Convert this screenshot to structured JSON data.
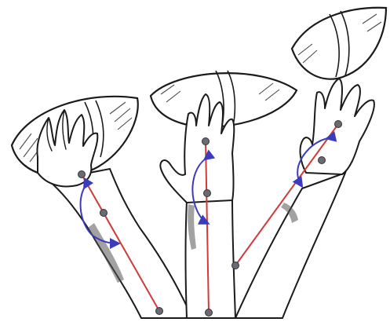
{
  "figure": {
    "background": "#ffffff",
    "line_color": "#1b1b1b",
    "axis_color": "#d23a3a",
    "joint_color": "#6a6a72",
    "arrow_color": "#3b3bbf",
    "panels": [
      {
        "id": "panel-1",
        "description_icon": "football-hand-grip-icon"
      },
      {
        "id": "panel-2",
        "description_icon": "football-hand-wrist-extension-icon"
      },
      {
        "id": "panel-3",
        "description_icon": "football-hand-release-icon"
      }
    ]
  }
}
